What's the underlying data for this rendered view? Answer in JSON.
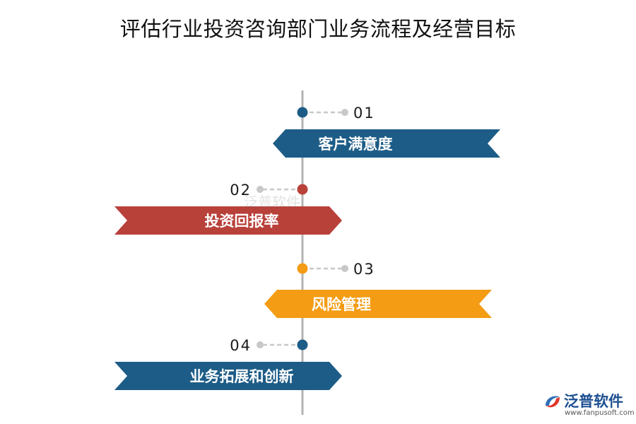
{
  "title": "评估行业投资咨询部门业务流程及经营目标",
  "steps": [
    {
      "number": "01",
      "label": "客户满意度",
      "color": "#1d5c87",
      "side": "right"
    },
    {
      "number": "02",
      "label": "投资回报率",
      "color": "#b8413a",
      "side": "left"
    },
    {
      "number": "03",
      "label": "风险管理",
      "color": "#f39c14",
      "side": "right"
    },
    {
      "number": "04",
      "label": "业务拓展和创新",
      "color": "#1d5c87",
      "side": "left"
    }
  ],
  "watermark": "泛普软件",
  "logo": {
    "name": "泛普软件",
    "url": "www.fanpusoft.com"
  },
  "colors": {
    "axis": "#b3b3b3",
    "connector": "#c8c8c8"
  }
}
